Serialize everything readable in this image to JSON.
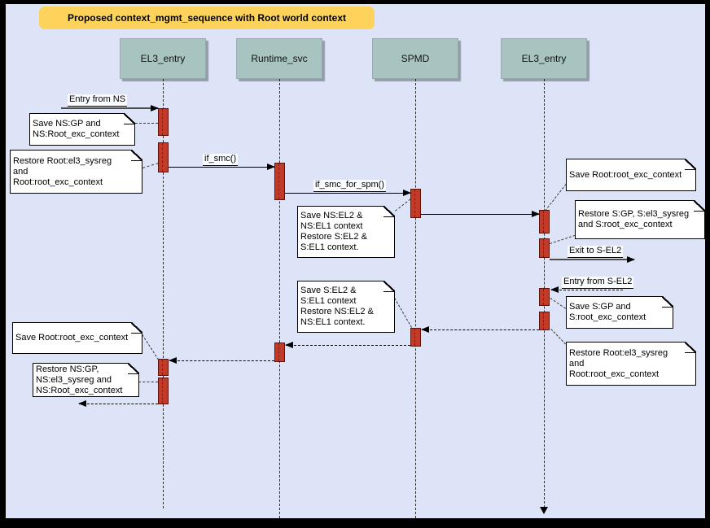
{
  "title": "Proposed context_mgmt_sequence with Root world context",
  "lifelines": [
    {
      "label": "EL3_entry"
    },
    {
      "label": "Runtime_svc"
    },
    {
      "label": "SPMD"
    },
    {
      "label": "EL3_entry"
    }
  ],
  "messages": {
    "entry_from_ns": "Entry from NS",
    "if_smc": "if_smc()",
    "if_smc_for_spm": "if_smc_for_spm()",
    "exit_to_sel2": "Exit to S-EL2",
    "entry_from_sel2": "Entry from S-EL2"
  },
  "notes": {
    "save_ns_gp": "Save NS:GP and\nNS:Root_exc_context",
    "restore_root_left": "Restore Root:el3_sysreg\nand\nRoot:root_exc_context",
    "save_ns_el2": "Save NS:EL2 &\nNS:EL1 context\nRestore S:EL2 &\nS:EL1 context.",
    "save_root_top_right": "Save Root:root_exc_context",
    "restore_s_gp": "Restore S:GP, S:el3_sysreg\nand S:root_exc_context",
    "save_s_gp": "Save S:GP and\nS:root_exc_context",
    "restore_root_right": "Restore Root:el3_sysreg\nand\nRoot:root_exc_context",
    "save_s_el2": "Save S:EL2 &\nS:EL1 context\nRestore NS:EL2 &\nNS:EL1 context.",
    "save_root_bottom_left": "Save Root:root_exc_context",
    "restore_ns_gp": "Restore NS:GP,\nNS:el3_sysreg and\nNS:Root_exc_context"
  },
  "colors": {
    "canvas_bg": "#dde4f8",
    "title_bg": "#fdd35c",
    "lifeline_header_bg": "#a8c4c1",
    "activation_fill": "#c33b28",
    "activation_border": "#5a120b",
    "note_bg": "#ffffff",
    "entry_exit_arrow": "#4d4d4d",
    "message_arrow": "#000000"
  }
}
